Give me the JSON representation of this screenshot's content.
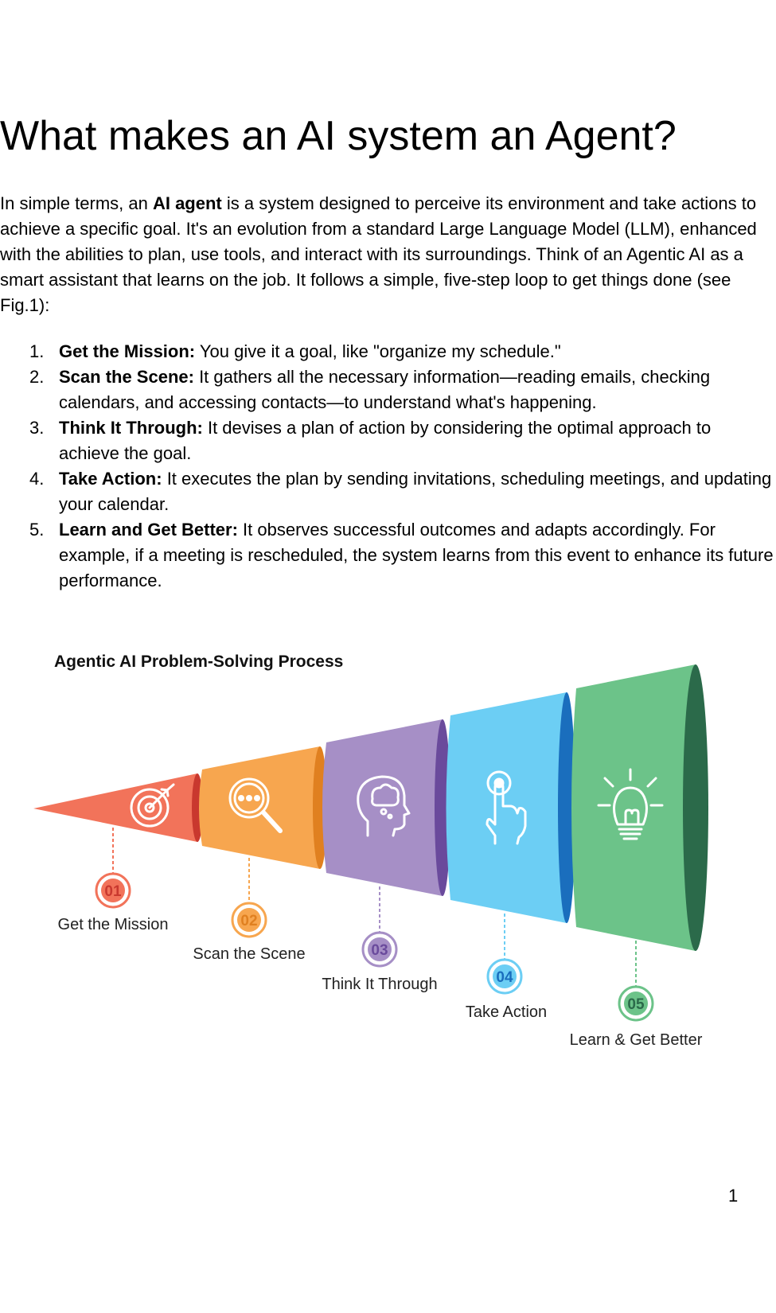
{
  "page": {
    "title": "What makes an AI system an Agent?",
    "intro": {
      "pre": "In simple terms, an ",
      "bold": "AI agent",
      "post": " is a system designed to perceive its environment and take actions to achieve a specific goal. It's an evolution from a standard Large Language Model (LLM), enhanced with the abilities to plan, use tools, and interact with its surroundings. Think of an Agentic AI as a smart assistant that learns on the job. It follows a simple, five-step loop to get things done (see Fig.1):"
    },
    "steps": [
      {
        "num": "1.",
        "title": "Get the Mission:",
        "text": " You give it a goal, like \"organize my schedule.\""
      },
      {
        "num": "2.",
        "title": "Scan the Scene:",
        "text": " It gathers all the necessary information—reading emails, checking calendars, and accessing contacts—to understand what's happening."
      },
      {
        "num": "3.",
        "title": "Think It Through:",
        "text": " It devises a plan of action by considering the optimal approach to achieve the goal."
      },
      {
        "num": "4.",
        "title": "Take Action:",
        "text": " It executes the plan by sending invitations, scheduling meetings, and updating your calendar."
      },
      {
        "num": "5.",
        "title": "Learn and Get Better:",
        "text": " It observes successful outcomes and adapts accordingly. For example, if a meeting is rescheduled, the system learns from this event to enhance its future performance."
      }
    ],
    "page_number": "1"
  },
  "figure": {
    "title": "Agentic AI Problem-Solving Process",
    "stages": [
      {
        "num": "01",
        "label": "Get the Mission",
        "color": "#f2735a",
        "dark": "#c9382e",
        "icon": "target-icon"
      },
      {
        "num": "02",
        "label": "Scan the Scene",
        "color": "#f7a64f",
        "dark": "#e08020",
        "icon": "magnifier-icon"
      },
      {
        "num": "03",
        "label": "Think It Through",
        "color": "#a68fc6",
        "dark": "#6a4a9c",
        "icon": "brain-head-icon"
      },
      {
        "num": "04",
        "label": "Take Action",
        "color": "#6ccef4",
        "dark": "#1a6ebd",
        "icon": "pointer-hand-icon"
      },
      {
        "num": "05",
        "label": "Learn & Get Better",
        "color": "#6cc389",
        "dark": "#2b6a4a",
        "icon": "lightbulb-icon"
      }
    ]
  }
}
